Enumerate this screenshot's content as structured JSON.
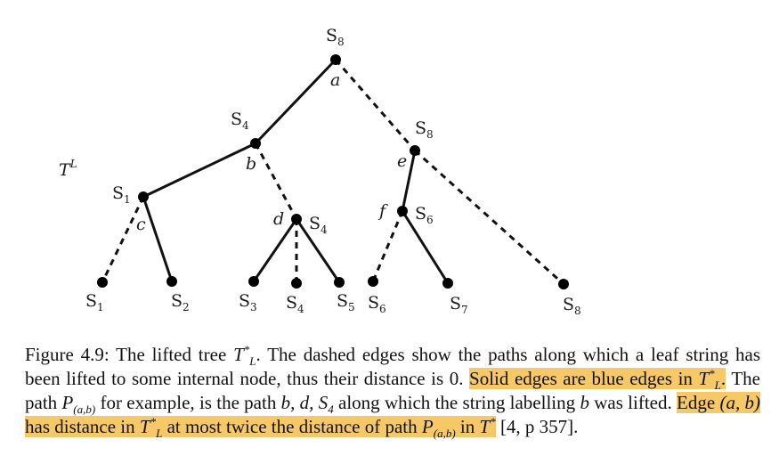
{
  "figure": {
    "tree_label": "T",
    "tree_label_sup": "L",
    "nodes": [
      {
        "id": "root",
        "label": "S",
        "sub": "8",
        "edge_label": "a"
      },
      {
        "id": "b",
        "label": "S",
        "sub": "4",
        "edge_label": "b"
      },
      {
        "id": "e",
        "label": "S",
        "sub": "8",
        "edge_label": "e"
      },
      {
        "id": "c",
        "label": "S",
        "sub": "1",
        "edge_label": "c"
      },
      {
        "id": "d",
        "label": "S",
        "sub": "4",
        "edge_label": "d"
      },
      {
        "id": "f",
        "label": "S",
        "sub": "6",
        "edge_label": "f"
      }
    ],
    "leaves": [
      {
        "label": "S",
        "sub": "1"
      },
      {
        "label": "S",
        "sub": "2"
      },
      {
        "label": "S",
        "sub": "3"
      },
      {
        "label": "S",
        "sub": "4"
      },
      {
        "label": "S",
        "sub": "5"
      },
      {
        "label": "S",
        "sub": "6"
      },
      {
        "label": "S",
        "sub": "7"
      },
      {
        "label": "S",
        "sub": "8"
      }
    ]
  },
  "caption": {
    "prefix": "Figure 4.9: The lifted tree ",
    "t1": "T",
    "t1_sup": "*",
    "t1_sub": "L",
    "part1": ". The dashed edges show the paths along which a leaf string has been lifted to some internal node, thus their distance is 0. ",
    "hl1": "Solid edges are blue edges in ",
    "hl1_t": "T",
    "hl1_sup": "*",
    "hl1_sub": "L",
    "hl1_end": ".",
    "part2a": " The path ",
    "p_sym": "P",
    "p_sub": "(a,b)",
    "part2b": " for example, is the path ",
    "path_seq": "b, d, S",
    "path_seq_sub": "4",
    "part2c": " along which the string labelling ",
    "b_sym": "b",
    "part2d": " was lifted. ",
    "hl2a": "Edge ",
    "hl2_edge": "(a, b)",
    "hl2b": " has distance in ",
    "hl2_t": "T",
    "hl2_sup": "*",
    "hl2_sub": "L",
    "hl2c": " at most twice the distance of path ",
    "hl2_p": "P",
    "hl2_psub": "(a,b)",
    "hl2d": " in ",
    "hl2_t2": "T",
    "hl2_t2sup": "*",
    "suffix": " [4, p 357]."
  }
}
